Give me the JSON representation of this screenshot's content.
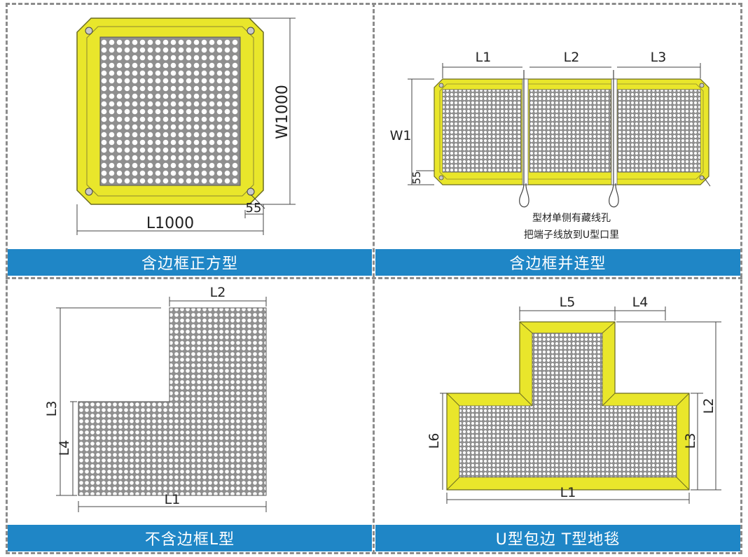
{
  "panels": [
    {
      "caption": "含边框正方型",
      "labels": {
        "width": "W1000",
        "length": "L1000",
        "edge": "55"
      }
    },
    {
      "caption": "含边框并连型",
      "labels": {
        "l1": "L1",
        "l2": "L2",
        "l3": "L3",
        "w1": "W1",
        "edge": "55"
      },
      "notes": [
        "型材单侧有藏线孔",
        "把端子线放到U型口里"
      ]
    },
    {
      "caption": "不含边框L型",
      "labels": {
        "l1": "L1",
        "l2": "L2",
        "l3": "L3",
        "l4": "L4"
      }
    },
    {
      "caption": "U型包边 T型地毯",
      "labels": {
        "l1": "L1",
        "l2": "L2",
        "l3": "L3",
        "l4": "L4",
        "l5": "L5",
        "l6": "L6"
      }
    }
  ],
  "colors": {
    "frame_yellow": "#e9e62b",
    "caption_band": "#1f86c6",
    "mesh_fill": "#9a9a9a",
    "divider": "#8c8c8c"
  }
}
